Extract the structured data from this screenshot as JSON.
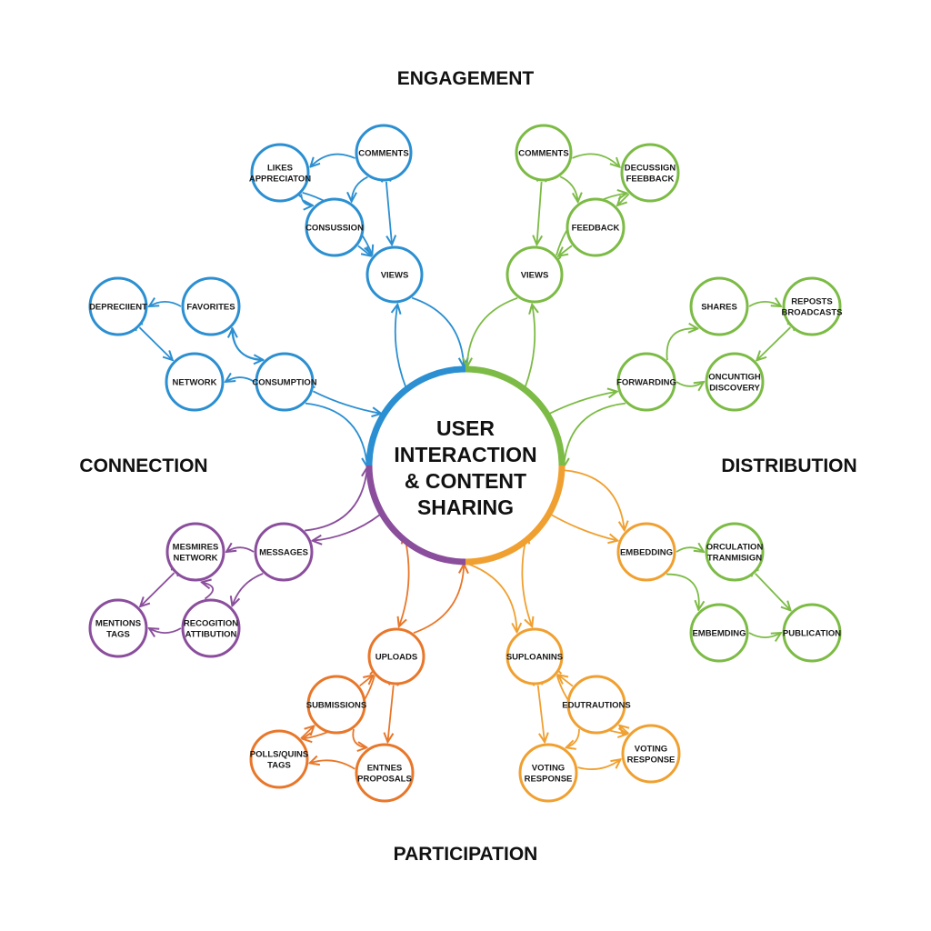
{
  "center": {
    "lines": [
      "USER",
      "INTERACTION",
      "& CONTENT",
      "SHARING"
    ]
  },
  "colors": {
    "engagement": "#2b8fd1",
    "distribution": "#7cbb45",
    "participation_left": "#e8772a",
    "participation_right": "#f0a030",
    "connection": "#8a4e9c"
  },
  "sections": {
    "engagement": "ENGAGEMENT",
    "connection": "CONNECTION",
    "distribution": "DISTRIBUTION",
    "participation": "PARTICIPATION"
  },
  "nodes": [
    {
      "id": "b_comments",
      "group": "engagement",
      "lines": [
        "COMMENTS"
      ]
    },
    {
      "id": "b_likes",
      "group": "engagement",
      "lines": [
        "LIKES",
        "APPRECIATON"
      ]
    },
    {
      "id": "b_consussion",
      "group": "engagement",
      "lines": [
        "CONSUSSION"
      ]
    },
    {
      "id": "b_views",
      "group": "engagement",
      "lines": [
        "VIEWS"
      ]
    },
    {
      "id": "b_depreciient",
      "group": "engagement",
      "lines": [
        "DEPRECIIENT"
      ]
    },
    {
      "id": "b_favorites",
      "group": "engagement",
      "lines": [
        "FAVORITES"
      ]
    },
    {
      "id": "b_network",
      "group": "engagement",
      "lines": [
        "NETWORK"
      ]
    },
    {
      "id": "b_consumption",
      "group": "engagement",
      "lines": [
        "CONSUMPTION"
      ]
    },
    {
      "id": "g_comments",
      "group": "distribution",
      "lines": [
        "COMMENTS"
      ]
    },
    {
      "id": "g_decussign",
      "group": "distribution",
      "lines": [
        "DECUSSIGN",
        "FEEBBACK"
      ]
    },
    {
      "id": "g_feedback",
      "group": "distribution",
      "lines": [
        "FEEDBACK"
      ]
    },
    {
      "id": "g_views",
      "group": "distribution",
      "lines": [
        "VIEWS"
      ]
    },
    {
      "id": "g_shares",
      "group": "distribution",
      "lines": [
        "SHARES"
      ]
    },
    {
      "id": "g_reposts",
      "group": "distribution",
      "lines": [
        "REPOSTS",
        "BROADCASTS"
      ]
    },
    {
      "id": "g_forwarding",
      "group": "distribution",
      "lines": [
        "FORWARDING"
      ]
    },
    {
      "id": "g_discovery",
      "group": "distribution",
      "lines": [
        "ONCUNTIGH",
        "DISCOVERY"
      ]
    },
    {
      "id": "g_circulation",
      "group": "distribution",
      "lines": [
        "ORCULATION",
        "TRANMISIGN"
      ]
    },
    {
      "id": "g_embemding",
      "group": "distribution",
      "lines": [
        "EMBEMDING"
      ]
    },
    {
      "id": "g_publication",
      "group": "distribution",
      "lines": [
        "PUBLICATION"
      ]
    },
    {
      "id": "o_embedding",
      "group": "participation_right",
      "lines": [
        "EMBEDDING"
      ]
    },
    {
      "id": "o_suploanins",
      "group": "participation_right",
      "lines": [
        "SUPLOANINS"
      ]
    },
    {
      "id": "o_edutrautions",
      "group": "participation_right",
      "lines": [
        "EDUTRAUTIONS"
      ]
    },
    {
      "id": "o_voting1",
      "group": "participation_right",
      "lines": [
        "VOTING",
        "RESPONSE"
      ]
    },
    {
      "id": "o_voting2",
      "group": "participation_right",
      "lines": [
        "VOTING",
        "RESPONSE"
      ]
    },
    {
      "id": "r_uploads",
      "group": "participation_left",
      "lines": [
        "UPLOADS"
      ]
    },
    {
      "id": "r_submissions",
      "group": "participation_left",
      "lines": [
        "SUBMISSIONS"
      ]
    },
    {
      "id": "r_polls",
      "group": "participation_left",
      "lines": [
        "POLLS/QUINS",
        "TAGS"
      ]
    },
    {
      "id": "r_entries",
      "group": "participation_left",
      "lines": [
        "ENTNES",
        "PROPOSALS"
      ]
    },
    {
      "id": "p_messages",
      "group": "connection",
      "lines": [
        "MESSAGES"
      ]
    },
    {
      "id": "p_mesnires",
      "group": "connection",
      "lines": [
        "MESMIRES",
        "NETWORK"
      ]
    },
    {
      "id": "p_mentions",
      "group": "connection",
      "lines": [
        "MENTIONS",
        "TAGS"
      ]
    },
    {
      "id": "p_recognition",
      "group": "connection",
      "lines": [
        "RECOGITION",
        "ATTIBUTION"
      ]
    }
  ]
}
